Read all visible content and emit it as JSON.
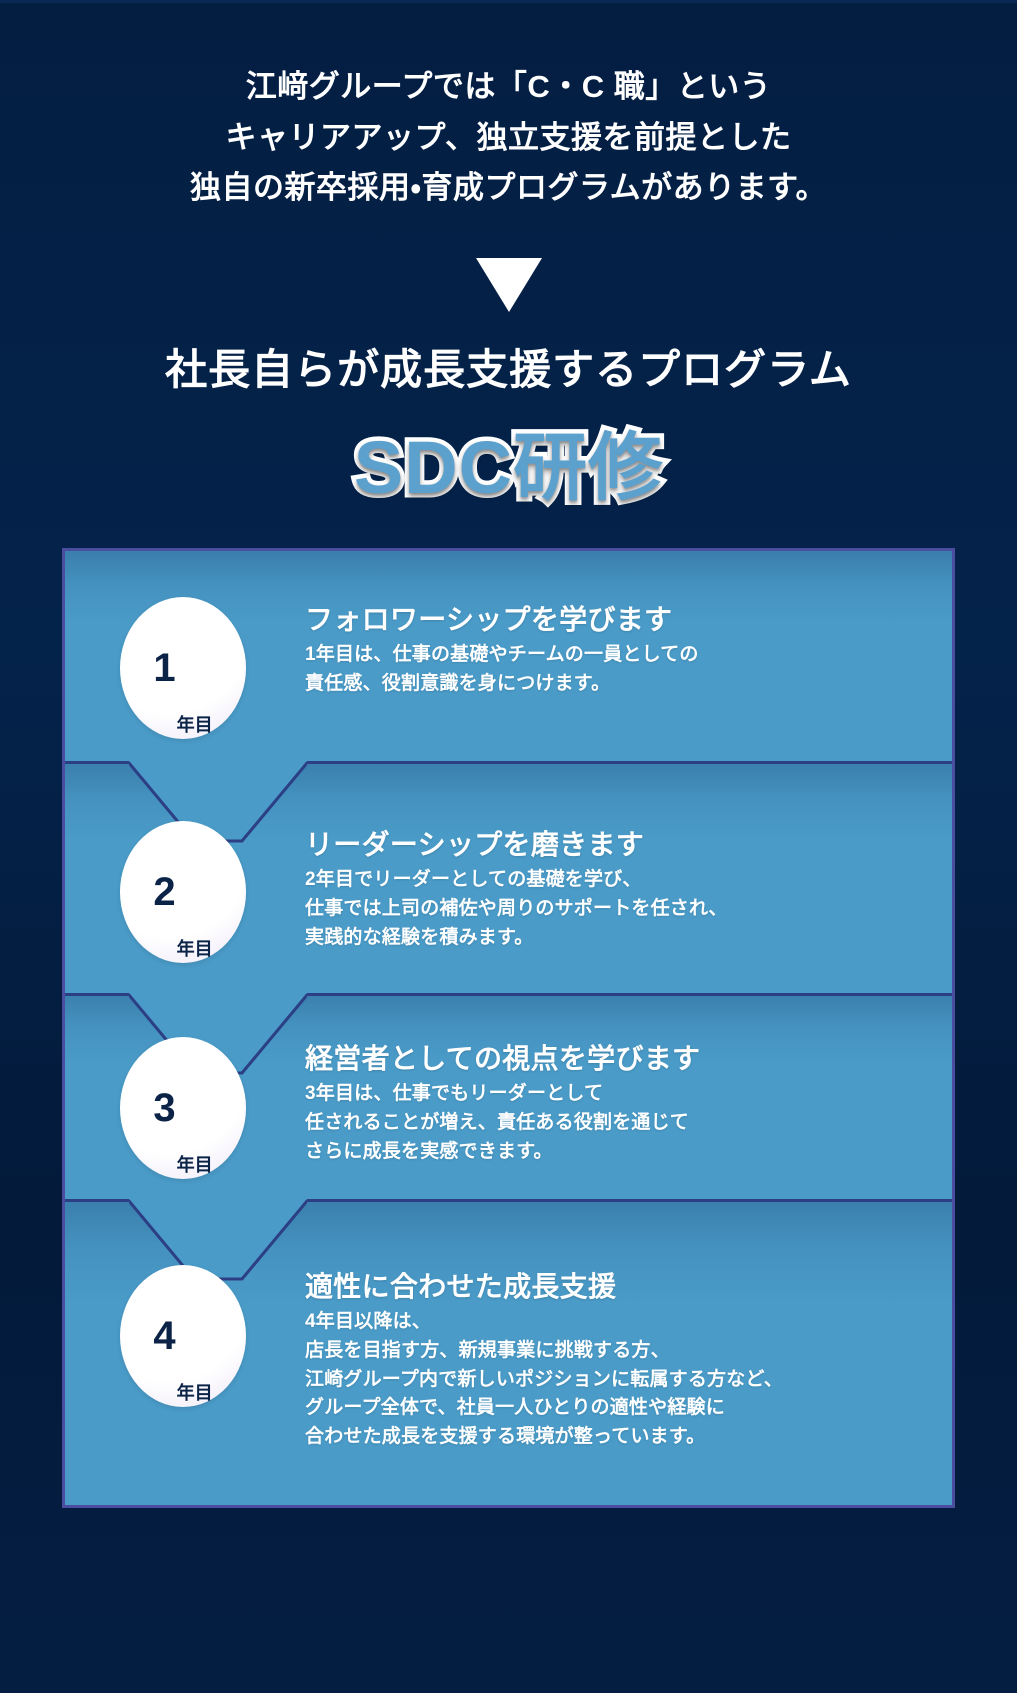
{
  "theme": {
    "background_navy": "#041e42",
    "panel_blue": "#4a9bc8",
    "panel_border": "#4b4ea0",
    "accent_title_fill": "#5ca0cd",
    "accent_title_outline": "#ffffff",
    "circle_fill": "#ffffff",
    "circle_text": "#0b2347",
    "body_text": "#ffffff"
  },
  "intro": {
    "lines": [
      "江﨑グループでは「C・C 職」という",
      "キャリアアップ、独立支援を前提とした",
      "独自の新卒採用・育成プログラムがあります。"
    ]
  },
  "arrow": {
    "icon": "triangle-down-icon"
  },
  "headline": "社長自らが成長支援するプログラム",
  "big_title": "SDC研修",
  "steps": [
    {
      "badge_number": "1",
      "badge_unit": "年目",
      "title": "フォロワーシップを学びます",
      "body_lines": [
        "1年目は、仕事の基礎やチームの一員としての",
        "責任感、役割意識を身につけます。"
      ]
    },
    {
      "badge_number": "2",
      "badge_unit": "年目",
      "title": "リーダーシップを磨きます",
      "body_lines": [
        "2年目でリーダーとしての基礎を学び、",
        "仕事では上司の補佐や周りのサポートを任され、",
        "実践的な経験を積みます。"
      ]
    },
    {
      "badge_number": "3",
      "badge_unit": "年目",
      "title": "経営者としての視点を学びます",
      "body_lines": [
        "3年目は、仕事でもリーダーとして",
        "任されることが増え、責任ある役割を通じて",
        "さらに成長を実感できます。"
      ]
    },
    {
      "badge_number": "4",
      "badge_unit": "年目",
      "title": "適性に合わせた成長支援",
      "body_lines": [
        "4年目以降は、",
        "店長を目指す方、新規事業に挑戦する方、",
        "江崎グループ内で新しいポジションに転属する方など、",
        "グループ全体で、社員一人ひとりの適性や経験に",
        "合わせた成長を支援する環境が整っています。"
      ]
    }
  ]
}
